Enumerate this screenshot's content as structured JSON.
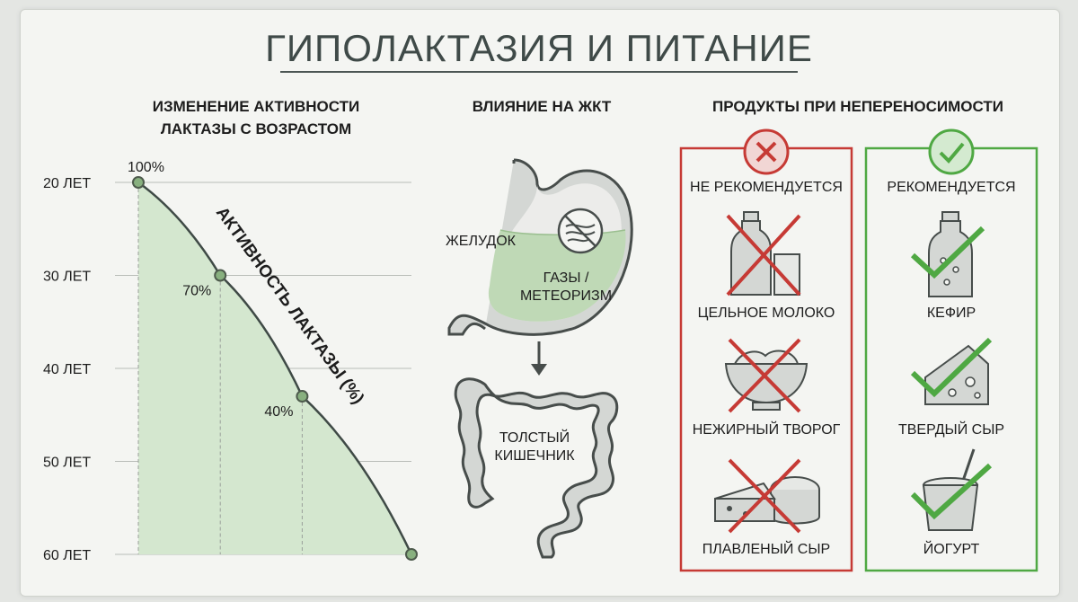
{
  "title": "ГИПОЛАКТАЗИЯ И ПИТАНИЕ",
  "chart_section": {
    "title_line1": "ИЗМЕНЕНИЕ АКТИВНОСТИ",
    "title_line2": "ЛАКТАЗЫ С ВОЗРАСТОМ",
    "curve_label": "АКТИВНОСТЬ ЛАКТАЗЫ (%)"
  },
  "chart_data": {
    "type": "area",
    "title": "ИЗМЕНЕНИЕ АКТИВНОСТИ ЛАКТАЗЫ С ВОЗРАСТОМ",
    "ylabel": "АКТИВНОСТЬ ЛАКТАЗЫ (%)",
    "y_ticks": [
      "20 ЛЕТ",
      "30 ЛЕТ",
      "40 ЛЕТ",
      "50 ЛЕТ",
      "60 ЛЕТ"
    ],
    "y_ages": [
      20,
      30,
      40,
      50,
      60
    ],
    "points": [
      {
        "age": 20,
        "activity": 100,
        "label": "100%"
      },
      {
        "age": 30,
        "activity": 70,
        "label": "70%"
      },
      {
        "age": 43,
        "activity": 40,
        "label": "40%"
      },
      {
        "age": 60,
        "activity": 0,
        "label": ""
      }
    ],
    "xlim": [
      0,
      100
    ],
    "ylim": [
      20,
      60
    ],
    "grid": true,
    "fill_color": "#d4e7cf",
    "line_color": "#3f4a46",
    "point_color": "#88b07f"
  },
  "gi_section": {
    "title": "ВЛИЯНИЕ НА ЖКТ",
    "stomach_label": "ЖЕЛУДОК",
    "gas_label_line1": "ГАЗЫ /",
    "gas_label_line2": "МЕТЕОРИЗМ",
    "colon_label_line1": "ТОЛСТЫЙ",
    "colon_label_line2": "КИШЕЧНИК"
  },
  "products_section": {
    "title": "ПРОДУКТЫ ПРИ НЕПЕРЕНОСИМОСТИ",
    "not_recommended": {
      "header": "НЕ РЕКОМЕНДУЕТСЯ",
      "color": "#c63a35",
      "items": [
        "ЦЕЛЬНОЕ МОЛОКО",
        "НЕЖИРНЫЙ ТВОРОГ",
        "ПЛАВЛЕНЫЙ СЫР"
      ]
    },
    "recommended": {
      "header": "РЕКОМЕНДУЕТСЯ",
      "color": "#4fa843",
      "items": [
        "КЕФИР",
        "ТВЕРДЫЙ СЫР",
        "ЙОГУРТ"
      ]
    }
  }
}
